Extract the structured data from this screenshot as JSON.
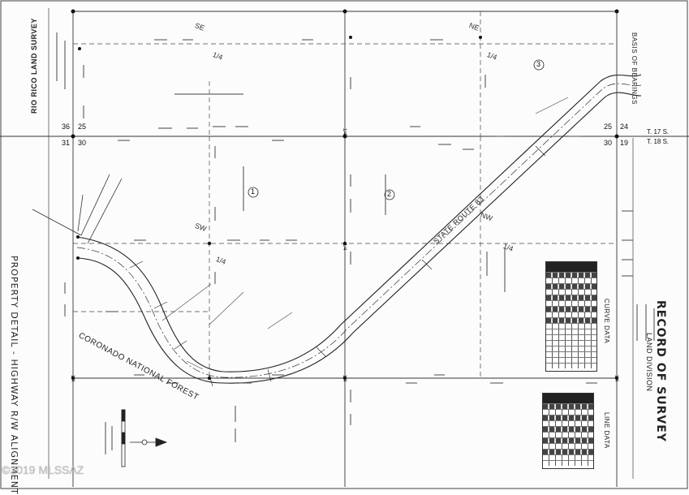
{
  "title_block": {
    "title": "RECORD OF SURVEY",
    "subtitle": "LAND DIVISION"
  },
  "left_margin": {
    "detail_title": "PROPERTY DETAIL - HIGHWAY R/W ALIGNMENT",
    "surveyor": "RIO RICO LAND SURVEY"
  },
  "labels": {
    "state_route": "STATE ROUTE 83",
    "forest": "CORONADO NATIONAL FOREST",
    "basis": "BASIS OF BEARINGS",
    "curve_data": "CURVE DATA",
    "line_data": "LINE DATA",
    "parcel_1": "1",
    "parcel_2": "2",
    "parcel_3": "3"
  },
  "township": {
    "t17": "T. 17 S.",
    "t18": "T. 18 S."
  },
  "section_numbers": {
    "s36": "36",
    "s25a": "25",
    "s31": "31",
    "s30a": "30",
    "s25b": "25",
    "s24": "24",
    "s30b": "30",
    "s19": "19"
  },
  "quarter_labels": {
    "se": "SE",
    "ne": "NE",
    "q1": "1/4",
    "q2": "1/4",
    "sw": "SW",
    "q3": "1/4",
    "nw": "NW",
    "q4": "1/4"
  },
  "corner_marks": {
    "c1": "1/4",
    "c2": "1/4",
    "c3": "1/4",
    "c4": "1/4",
    "c5": "1/4"
  },
  "footer": {
    "copyright": "©2019 MLSSAZ"
  },
  "colors": {
    "ink": "#222222",
    "paper": "#fcfcfc"
  }
}
